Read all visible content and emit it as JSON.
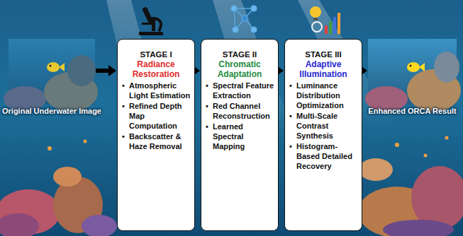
{
  "diagram": {
    "nodes": [
      {
        "text": [
          "Original Underwater Image"
        ]
      },
      {
        "text": [
          "STAGE I",
          "Radiance Restoration",
          "Atmospheric Light Estimation",
          "Refined Depth Map Computation",
          "Backscatter & Haze Removal"
        ]
      },
      {
        "text": [
          "STAGE II",
          "Chromatic Adaptation",
          "Spectral Feature Extraction",
          "Red Channel Reconstruction",
          "Learned Spectral Mapping"
        ]
      },
      {
        "text": [
          "STAGE III",
          "Adaptive Illumination",
          "Luminance Distribution Optimization",
          "Multi-Scale Contrast Synthesis",
          "Histogram-Based Detailed Recovery"
        ]
      },
      {
        "text": [
          "Enhanced ORCA Result"
        ]
      }
    ],
    "edges": [
      {
        "from": 0,
        "to": 1,
        "arrow": "to"
      },
      {
        "from": 1,
        "to": 2,
        "arrow": "to"
      },
      {
        "from": 2,
        "to": 3,
        "arrow": "to"
      },
      {
        "from": 3,
        "to": 4,
        "arrow": "to"
      }
    ]
  }
}
